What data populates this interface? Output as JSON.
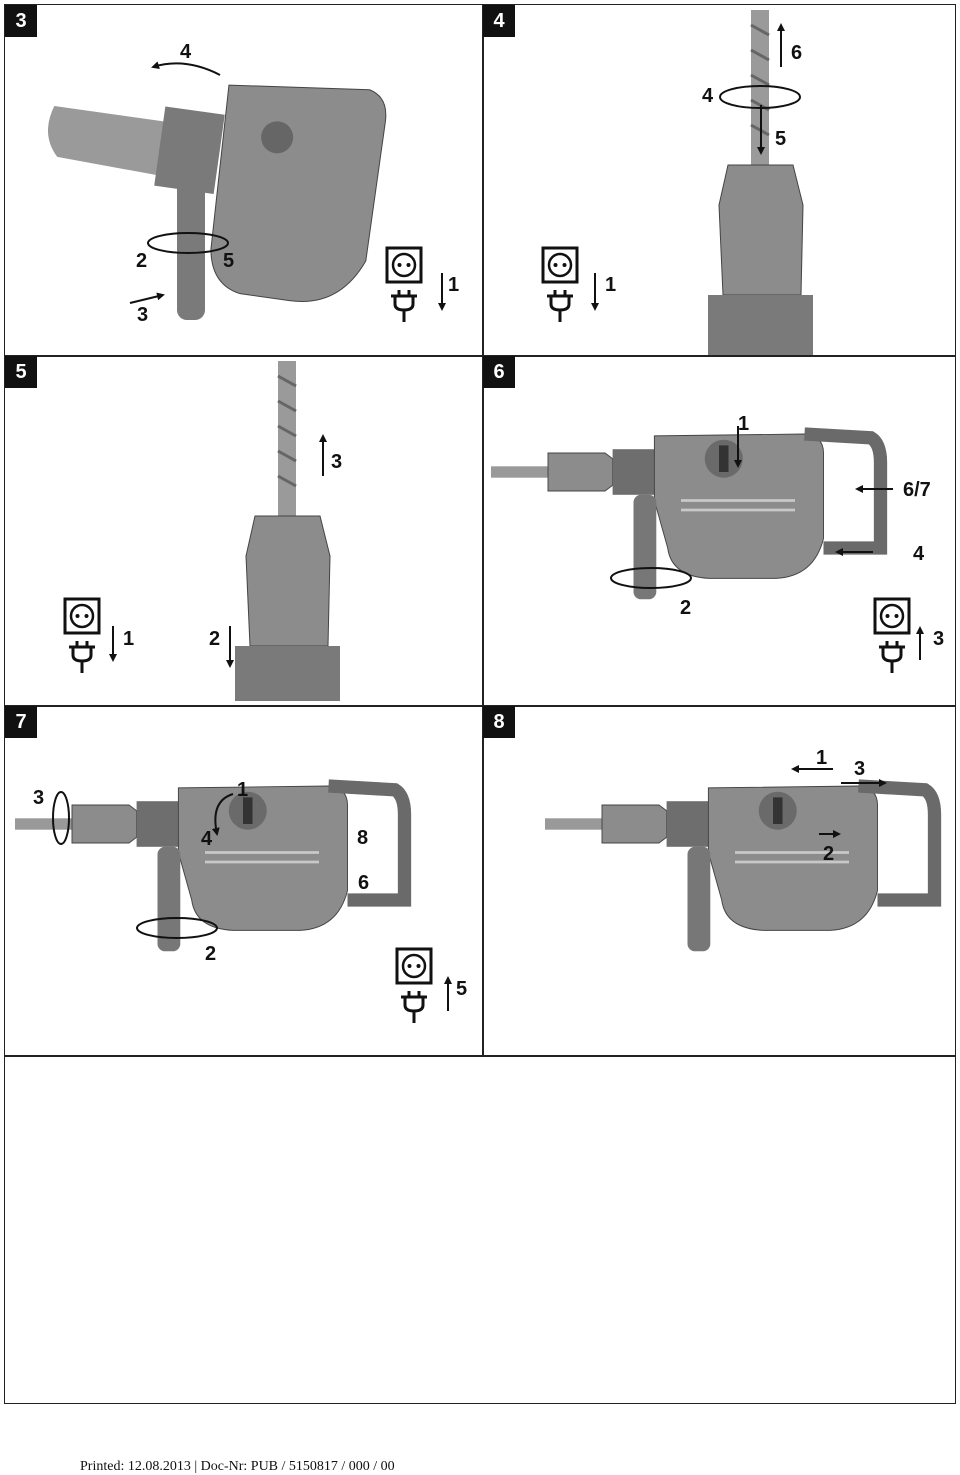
{
  "panels": [
    {
      "number": "3",
      "labels": [
        "4",
        "2",
        "5",
        "3",
        "1"
      ]
    },
    {
      "number": "4",
      "labels": [
        "6",
        "4",
        "5",
        "1"
      ]
    },
    {
      "number": "5",
      "labels": [
        "3",
        "1",
        "2"
      ]
    },
    {
      "number": "6",
      "labels": [
        "1",
        "6/7",
        "4",
        "2",
        "3"
      ]
    },
    {
      "number": "7",
      "labels": [
        "3",
        "1",
        "4",
        "8",
        "6",
        "2",
        "5"
      ]
    },
    {
      "number": "8",
      "labels": [
        "1",
        "3",
        "2"
      ]
    }
  ],
  "footer": "Printed: 12.08.2013 | Doc-Nr: PUB / 5150817 / 000 / 00",
  "colors": {
    "drill_body": "#8c8c8c",
    "drill_dark": "#5a5a5a",
    "drill_light": "#b4b4b4",
    "line": "#111111"
  },
  "icons": [
    "socket-plug-icon",
    "rotate-arrow-icon",
    "straight-arrow-icon"
  ]
}
